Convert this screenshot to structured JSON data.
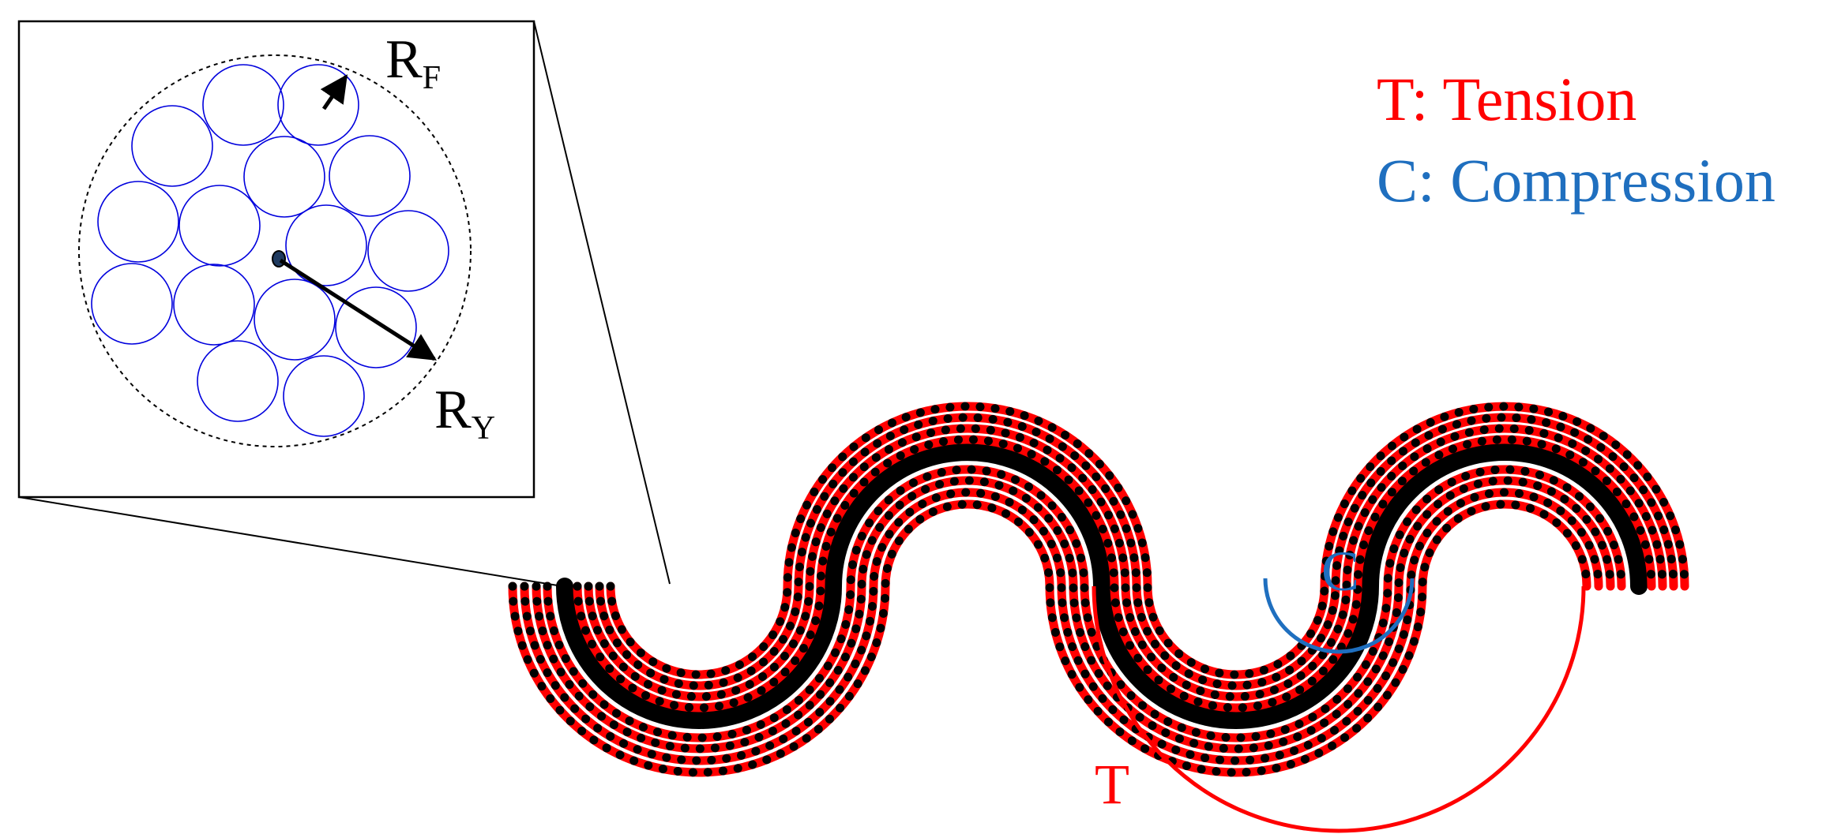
{
  "inset": {
    "radius_labels": {
      "fiber": "R",
      "fiber_sub": "F",
      "yarn": "R",
      "yarn_sub": "Y"
    }
  },
  "legend": {
    "tension": "T: Tension",
    "compression": "C: Compression"
  },
  "region_labels": {
    "compression": "C",
    "tension": "T"
  },
  "colors": {
    "tension": "#ff0000",
    "compression": "#1f6fbf",
    "fiber_outline": "#0000dd",
    "core": "#000000"
  },
  "icons": [
    "fiber-radius-arrow-icon",
    "yarn-radius-arrow-icon"
  ]
}
